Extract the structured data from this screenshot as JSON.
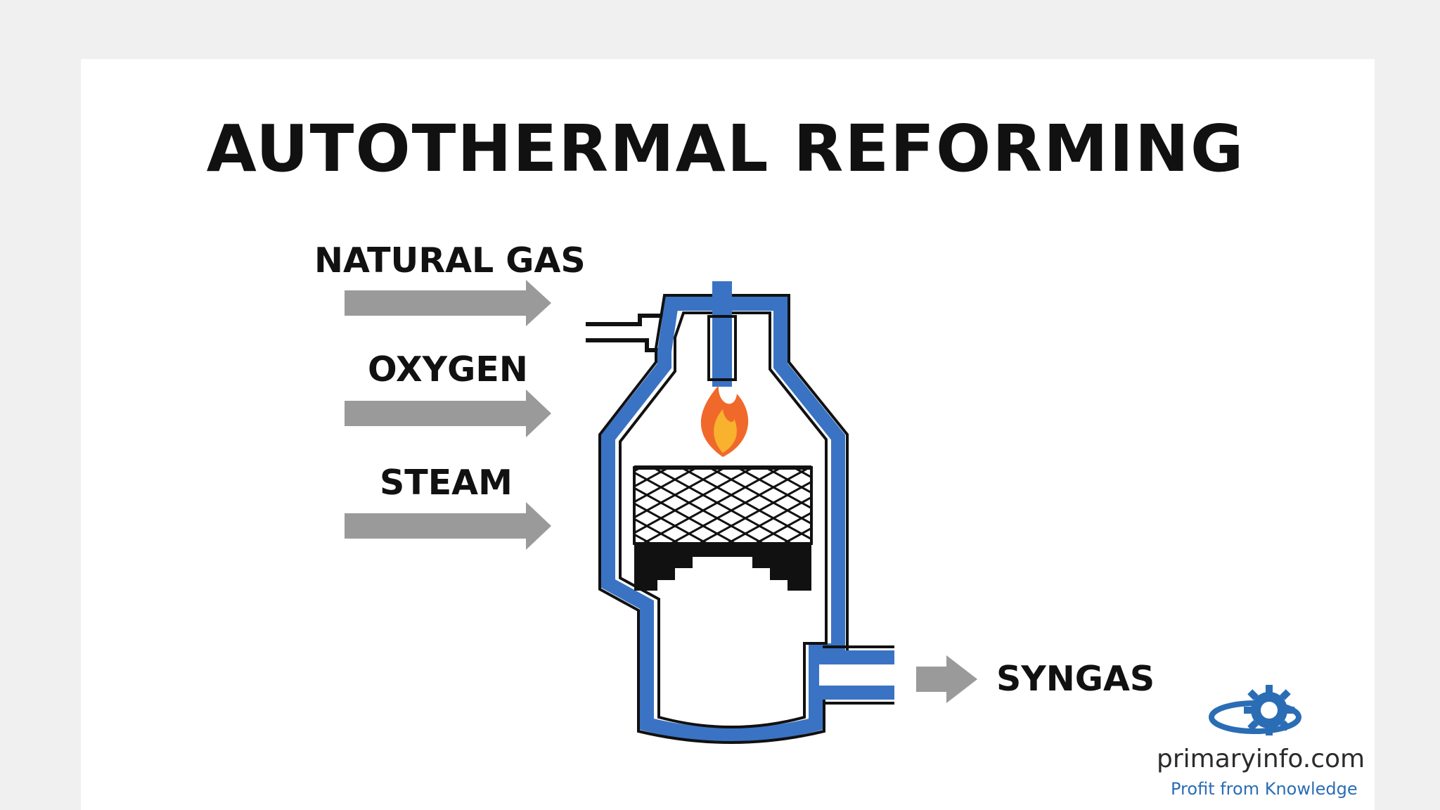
{
  "title": "AUTOTHERMAL REFORMING",
  "inputs": [
    {
      "label": "NATURAL GAS"
    },
    {
      "label": "OXYGEN"
    },
    {
      "label": "STEAM"
    }
  ],
  "output": {
    "label": "SYNGAS"
  },
  "brand": {
    "name": "primaryinfo.com",
    "tagline": "Profit from Knowledge"
  },
  "colors": {
    "background": "#f0f0f0",
    "panel": "#ffffff",
    "vessel_blue": "#3a73c4",
    "arrow_gray": "#9a9a9a",
    "flame_outer": "#f0692b",
    "flame_inner": "#f9b22d",
    "text": "#111111",
    "brand_blue": "#2a6db5"
  },
  "icons": [
    "flow-arrow-icon",
    "flame-icon",
    "gear-logo-icon"
  ]
}
